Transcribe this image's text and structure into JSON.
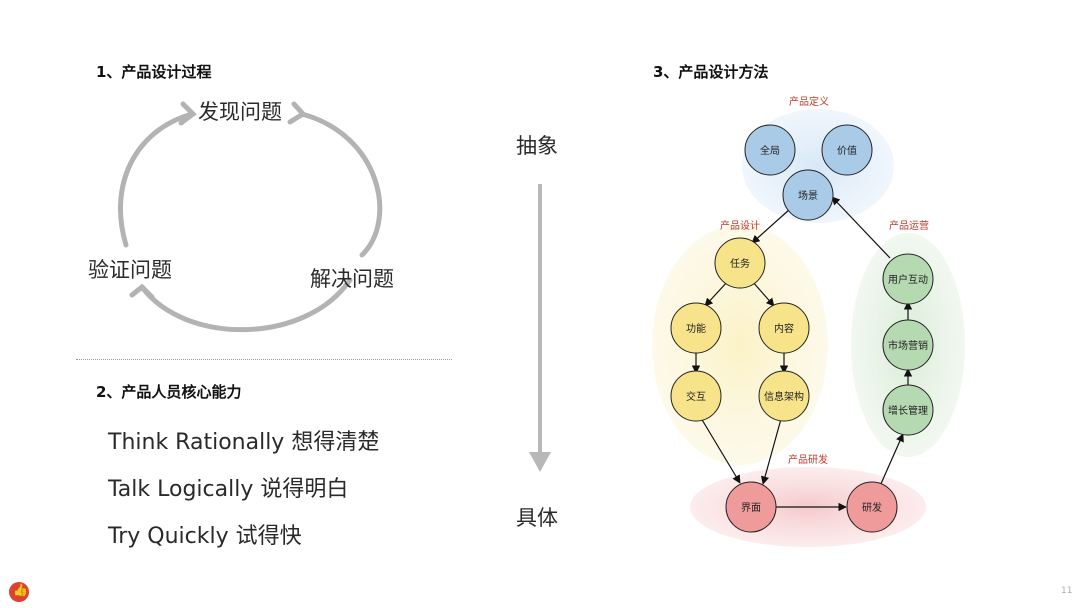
{
  "sections": {
    "s1": "1、产品设计过程",
    "s2": "2、产品人员核心能力",
    "s3": "3、产品设计方法"
  },
  "cycle": {
    "top": "发现问题",
    "left": "验证问题",
    "right": "解决问题"
  },
  "abilities": [
    "Think Rationally 想得清楚",
    "Talk Logically 说得明白",
    "Try Quickly 试得快"
  ],
  "axis": {
    "top": "抽象",
    "bottom": "具体"
  },
  "diagram": {
    "groups": {
      "definition": "产品定义",
      "design": "产品设计",
      "operation": "产品运营",
      "development": "产品研发"
    },
    "nodes": {
      "quanju": "全局",
      "jiazhi": "价值",
      "changjing": "场景",
      "renwu": "任务",
      "gongneng": "功能",
      "neirong": "内容",
      "jiaohu": "交互",
      "xinxijiagou": "信息架构",
      "jiemian": "界面",
      "yanfa": "研发",
      "zengzhang": "增长管理",
      "shichang": "市场营销",
      "yonghu": "用户互动"
    },
    "colors": {
      "definition": "#c9dff2",
      "design": "#f8edb8",
      "operation": "#d4e8d2",
      "development": "#f6cfd0",
      "group_label": "#c0392b"
    }
  },
  "footer": {
    "page": "11",
    "logo_icon": "thumbs-up-icon"
  }
}
